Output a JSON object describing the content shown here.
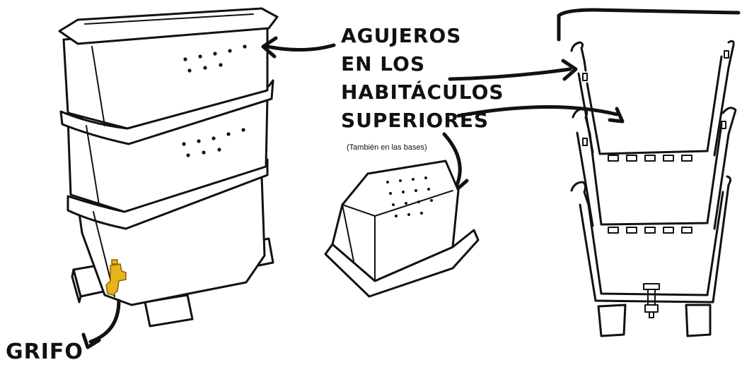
{
  "labels": {
    "holes_line1": "AGUJEROS",
    "holes_line2": "EN LOS",
    "holes_line3": "HABITÁCULOS",
    "holes_line4": "SUPERIORES",
    "holes_note": "(También en las bases)",
    "tap": "GRIFO"
  },
  "colors": {
    "ink": "#111111",
    "tap": "#e8b21a",
    "background": "#ffffff"
  },
  "icons": [
    "stacked-bins",
    "tap-icon",
    "bin-base",
    "cross-section"
  ]
}
